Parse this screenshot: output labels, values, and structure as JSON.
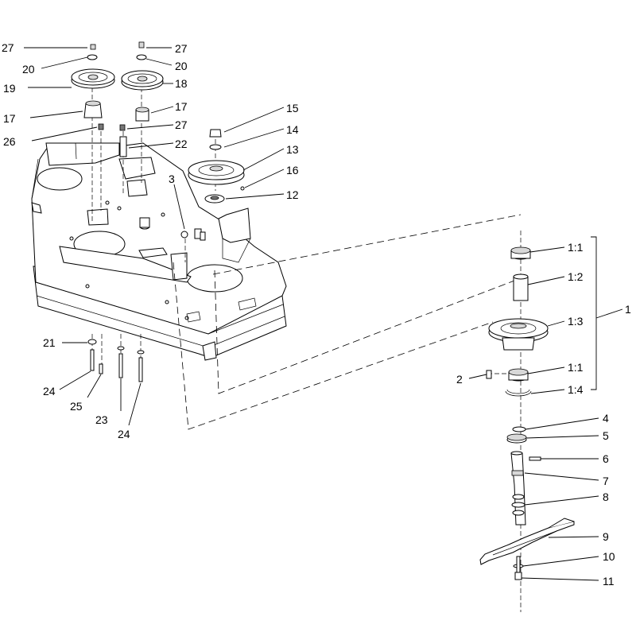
{
  "callouts": {
    "c27a": "27",
    "c20a": "20",
    "c19": "19",
    "c17a": "17",
    "c26": "26",
    "c27b": "27",
    "c20b": "20",
    "c18": "18",
    "c17b": "17",
    "c27c": "27",
    "c22": "22",
    "c15": "15",
    "c14": "14",
    "c13": "13",
    "c16": "16",
    "c12": "12",
    "c3": "3",
    "c21": "21",
    "c24a": "24",
    "c25": "25",
    "c23": "23",
    "c24b": "24",
    "c1_1a": "1:1",
    "c1_2": "1:2",
    "c1_3": "1:3",
    "c1": "1",
    "c2": "2",
    "c1_1b": "1:1",
    "c1_4": "1:4",
    "c4": "4",
    "c5": "5",
    "c6": "6",
    "c7": "7",
    "c8": "8",
    "c9": "9",
    "c10": "10",
    "c11": "11"
  }
}
